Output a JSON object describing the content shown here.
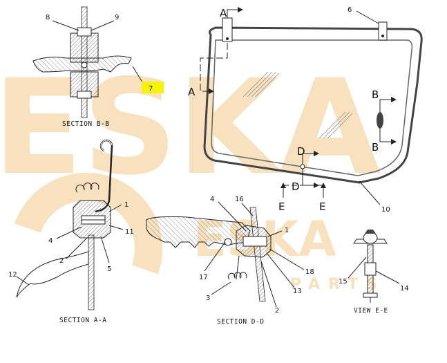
{
  "colors": {
    "watermark": "#f3c98a",
    "highlight": "#f7f300",
    "ink": "#222222"
  },
  "watermark": {
    "text_large": "ESKA",
    "text_mid": "ESKA",
    "text_small": "PARTS"
  },
  "captions": {
    "section_bb": "SECTION B-B",
    "section_aa": "SECTION A-A",
    "section_dd": "SECTION D-D",
    "view_ee": "VIEW E-E"
  },
  "cut_letters": {
    "a_top": "A",
    "a_left": "A",
    "b_top": "B",
    "b_bottom": "B",
    "d_top": "D",
    "d_bottom": "D",
    "e_left": "E",
    "e_right": "E"
  },
  "callouts": {
    "c8": "8",
    "c9": "9",
    "c7": "7",
    "c6": "6",
    "c10": "10",
    "c1a": "1",
    "c4a": "4",
    "c11": "11",
    "c2a": "2",
    "c5": "5",
    "c12": "12",
    "c4d": "4",
    "c16": "16",
    "c1d": "1",
    "c17": "17",
    "c18": "18",
    "c13": "13",
    "c3": "3",
    "c2d": "2",
    "c15": "15",
    "c14": "14"
  }
}
